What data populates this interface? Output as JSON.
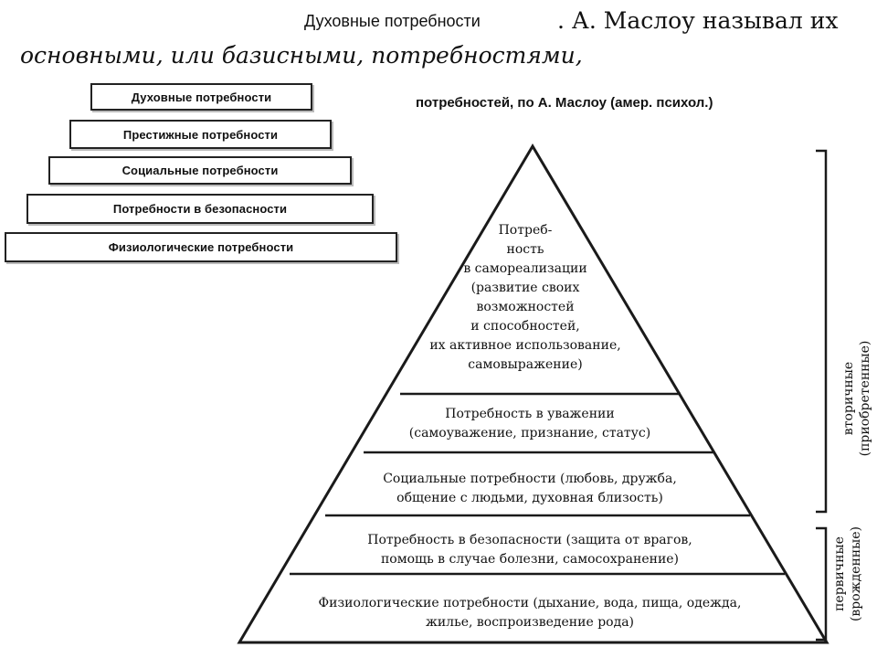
{
  "header": {
    "line1_left": "Духовные потребности",
    "line1_right": ". А. Маслоу называл их",
    "line2": "основными, или базисными, потребностями,"
  },
  "small_pyramid": {
    "tiers": [
      "Духовные потребности",
      "Престижные потребности",
      "Социальные потребности",
      "Потребности в безопасности",
      "Физиологические потребности"
    ]
  },
  "big_pyramid": {
    "title": "потребностей, по А. Маслоу (амер. психол.)",
    "levels": {
      "self_actualization": [
        "Потреб-",
        "ность",
        "в самореализации",
        "(развитие своих",
        "возможностей",
        "и способностей,",
        "их активное использование,",
        "самовыражение)"
      ],
      "esteem": [
        "Потребность в уважении",
        "(самоуважение, признание, статус)"
      ],
      "social": [
        "Социальные потребности (любовь, дружба,",
        "общение с людьми, духовная близость)"
      ],
      "safety": [
        "Потребность в безопасности (защита от врагов,",
        "помощь в случае болезни, самосохранение)"
      ],
      "physiological": [
        "Физиологические потребности (дыхание, вода, пища, одежда,",
        "жилье, воспроизведение рода)"
      ]
    },
    "side_labels": {
      "secondary": [
        "вторичные",
        "(приобретенные)"
      ],
      "primary": [
        "первичные",
        "(врожденные)"
      ]
    }
  }
}
